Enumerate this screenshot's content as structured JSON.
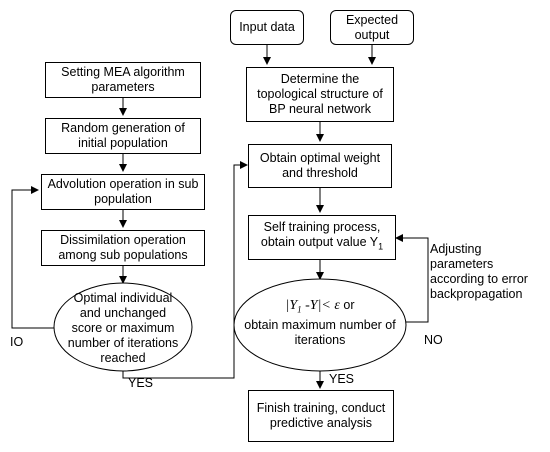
{
  "left": {
    "setting": "Setting MEA algorithm parameters",
    "random": "Random generation of initial population",
    "advolution": "Advolution operation in sub population",
    "dissimilation": "Dissimilation operation among sub populations",
    "decision": "Optimal individual and unchanged score or maximum number of iterations reached",
    "label_loop": "IO",
    "label_yes": "YES"
  },
  "right": {
    "input": "Input data",
    "expected": "Expected output",
    "determine": "Determine the topological structure of BP neural network",
    "obtain_weight": "Obtain optimal weight and threshold",
    "self_training": "Self training process, obtain output value Y",
    "self_training_sub": "1",
    "condition_expr": "|Y",
    "condition_sub": "1",
    "condition_rest": " -Y|< ε",
    "condition_or": "or",
    "condition_tail": "obtain maximum number of iterations",
    "adjusting": "Adjusting parameters according to error backpropagation",
    "label_no": "NO",
    "label_yes": "YES",
    "finish": "Finish training, conduct predictive analysis"
  }
}
